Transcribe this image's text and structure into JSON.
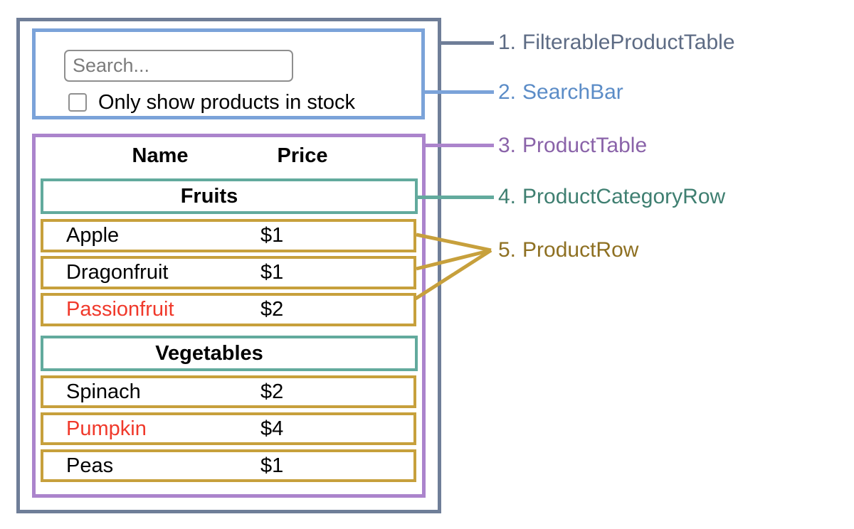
{
  "colors": {
    "outline-gray": "#6f7e98",
    "outline-blue": "#7ba3d9",
    "outline-purple": "#ab84cc",
    "outline-teal": "#62aa9d",
    "outline-gold": "#c7a03c",
    "label-gray": "#5d6b84",
    "label-blue": "#5b8cc7",
    "label-purple": "#8a63a9",
    "label-teal": "#3f7f71",
    "label-gold": "#8e7022",
    "out-of-stock-red": "#f0392b"
  },
  "legend": {
    "items": [
      {
        "number": "1.",
        "name": "FilterableProductTable"
      },
      {
        "number": "2.",
        "name": "SearchBar"
      },
      {
        "number": "3.",
        "name": "ProductTable"
      },
      {
        "number": "4.",
        "name": "ProductCategoryRow"
      },
      {
        "number": "5.",
        "name": "ProductRow"
      }
    ]
  },
  "search_bar": {
    "placeholder": "Search...",
    "checkbox_label": "Only show products in stock",
    "checkbox_checked": false
  },
  "product_table": {
    "headers": {
      "name": "Name",
      "price": "Price"
    },
    "categories": [
      {
        "label": "Fruits",
        "products": [
          {
            "name": "Apple",
            "price": "$1",
            "in_stock": true
          },
          {
            "name": "Dragonfruit",
            "price": "$1",
            "in_stock": true
          },
          {
            "name": "Passionfruit",
            "price": "$2",
            "in_stock": false
          }
        ]
      },
      {
        "label": "Vegetables",
        "products": [
          {
            "name": "Spinach",
            "price": "$2",
            "in_stock": true
          },
          {
            "name": "Pumpkin",
            "price": "$4",
            "in_stock": false
          },
          {
            "name": "Peas",
            "price": "$1",
            "in_stock": true
          }
        ]
      }
    ]
  }
}
